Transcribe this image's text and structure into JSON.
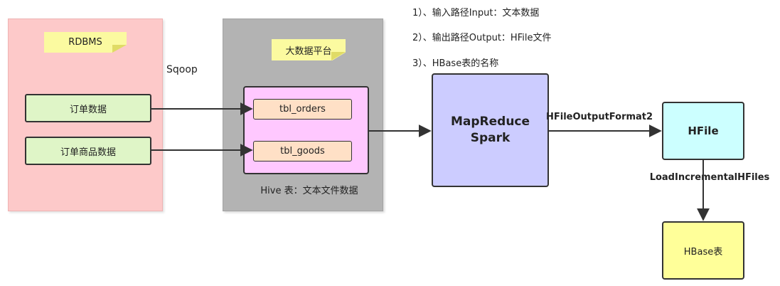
{
  "rdbms": {
    "label": "RDBMS",
    "tables": [
      "订单数据",
      "订单商品数据"
    ]
  },
  "sqoop_label": "Sqoop",
  "bigdata": {
    "label": "大数据平台",
    "hive_tables": [
      "tbl_orders",
      "tbl_goods"
    ],
    "caption": "Hive 表：文本文件数据"
  },
  "notes": [
    "1）、输入路径Input：文本数据",
    "2）、输出路径Output：HFile文件",
    "3）、HBase表的名称"
  ],
  "process": {
    "line1": "MapReduce",
    "line2": "Spark"
  },
  "edge_output_label": "HFileOutputFormat2",
  "hfile_label": "HFile",
  "edge_load_label": "LoadIncrementalHFiles",
  "hbase_label": "HBase表",
  "colors": {
    "rdbms_panel": "#fdc9c9",
    "bigdata_panel": "#b3b3b3",
    "note": "#fbfaa0",
    "source_box": "#dff5c7",
    "hive_box": "#ffc8ff",
    "table_box": "#ffe0c6",
    "process_box": "#ccccff",
    "hfile_box": "#ccffff",
    "hbase_box": "#ffff99"
  }
}
